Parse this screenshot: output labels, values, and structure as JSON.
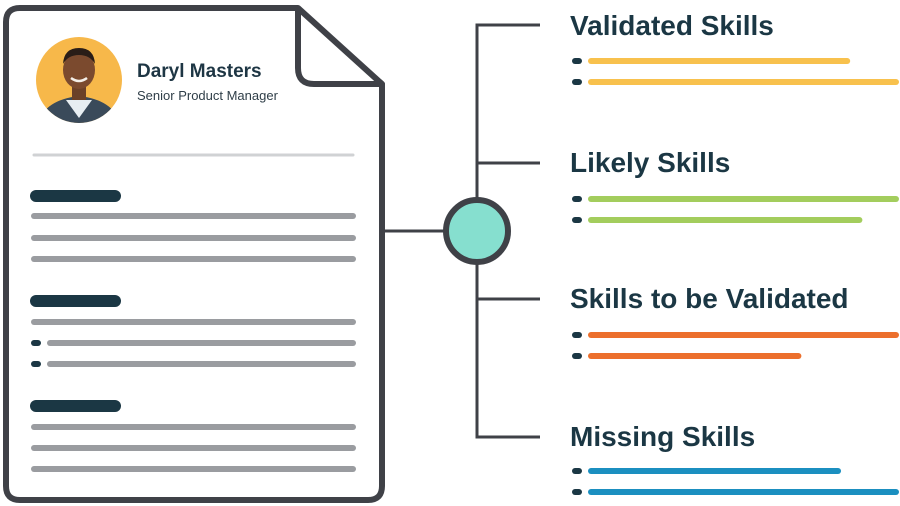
{
  "candidate": {
    "name": "Daryl Masters",
    "role": "Senior Product Manager"
  },
  "skill_categories": [
    {
      "label": "Validated Skills",
      "color": "#f8c14d",
      "bars": [
        0.84,
        1.0
      ]
    },
    {
      "label": "Likely Skills",
      "color": "#a3cd5d",
      "bars": [
        1.0,
        0.88
      ]
    },
    {
      "label": "Skills to be Validated",
      "color": "#ec6f2c",
      "bars": [
        1.0,
        0.68
      ]
    },
    {
      "label": "Missing Skills",
      "color": "#1b8fc0",
      "bars": [
        0.81,
        1.0
      ]
    }
  ],
  "colors": {
    "outline": "#3f4147",
    "hub": "#86dfcf",
    "heading_bar": "#1b3744",
    "text_line": "#9a9ca0",
    "divider": "#d0d2d4",
    "avatar_bg": "#f7b84a"
  }
}
